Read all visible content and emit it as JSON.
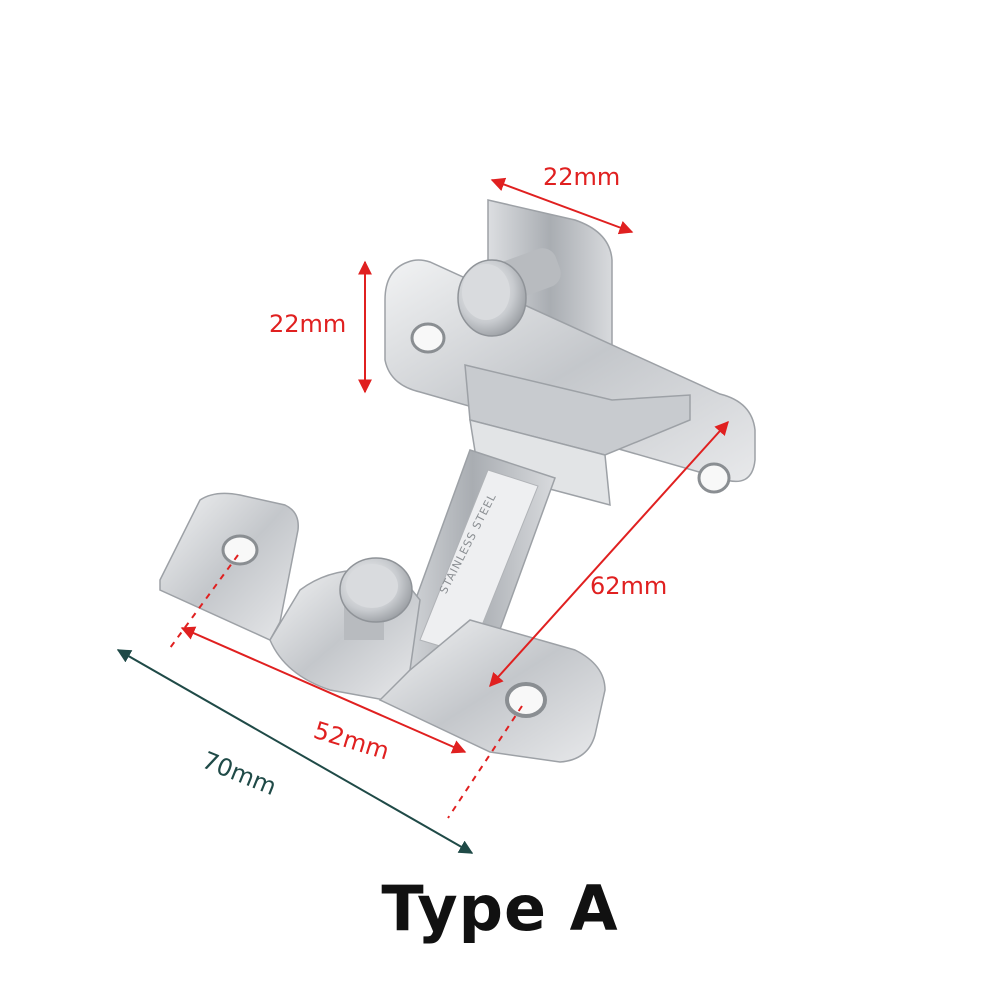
{
  "dimensions": {
    "top_width": "22mm",
    "left_height": "22mm",
    "hole_spacing_diagonal": "62mm",
    "hole_spacing_bottom": "52mm",
    "overall_length": "70mm"
  },
  "product_stamp": "STAINLESS STEEL",
  "variant_label": "Type A",
  "colors": {
    "dimension_red": "#e02020",
    "dimension_dark": "#1f4a47",
    "steel_light": "#e4e6e8",
    "steel_mid": "#b9bcc0",
    "steel_dark": "#8a8e92"
  }
}
